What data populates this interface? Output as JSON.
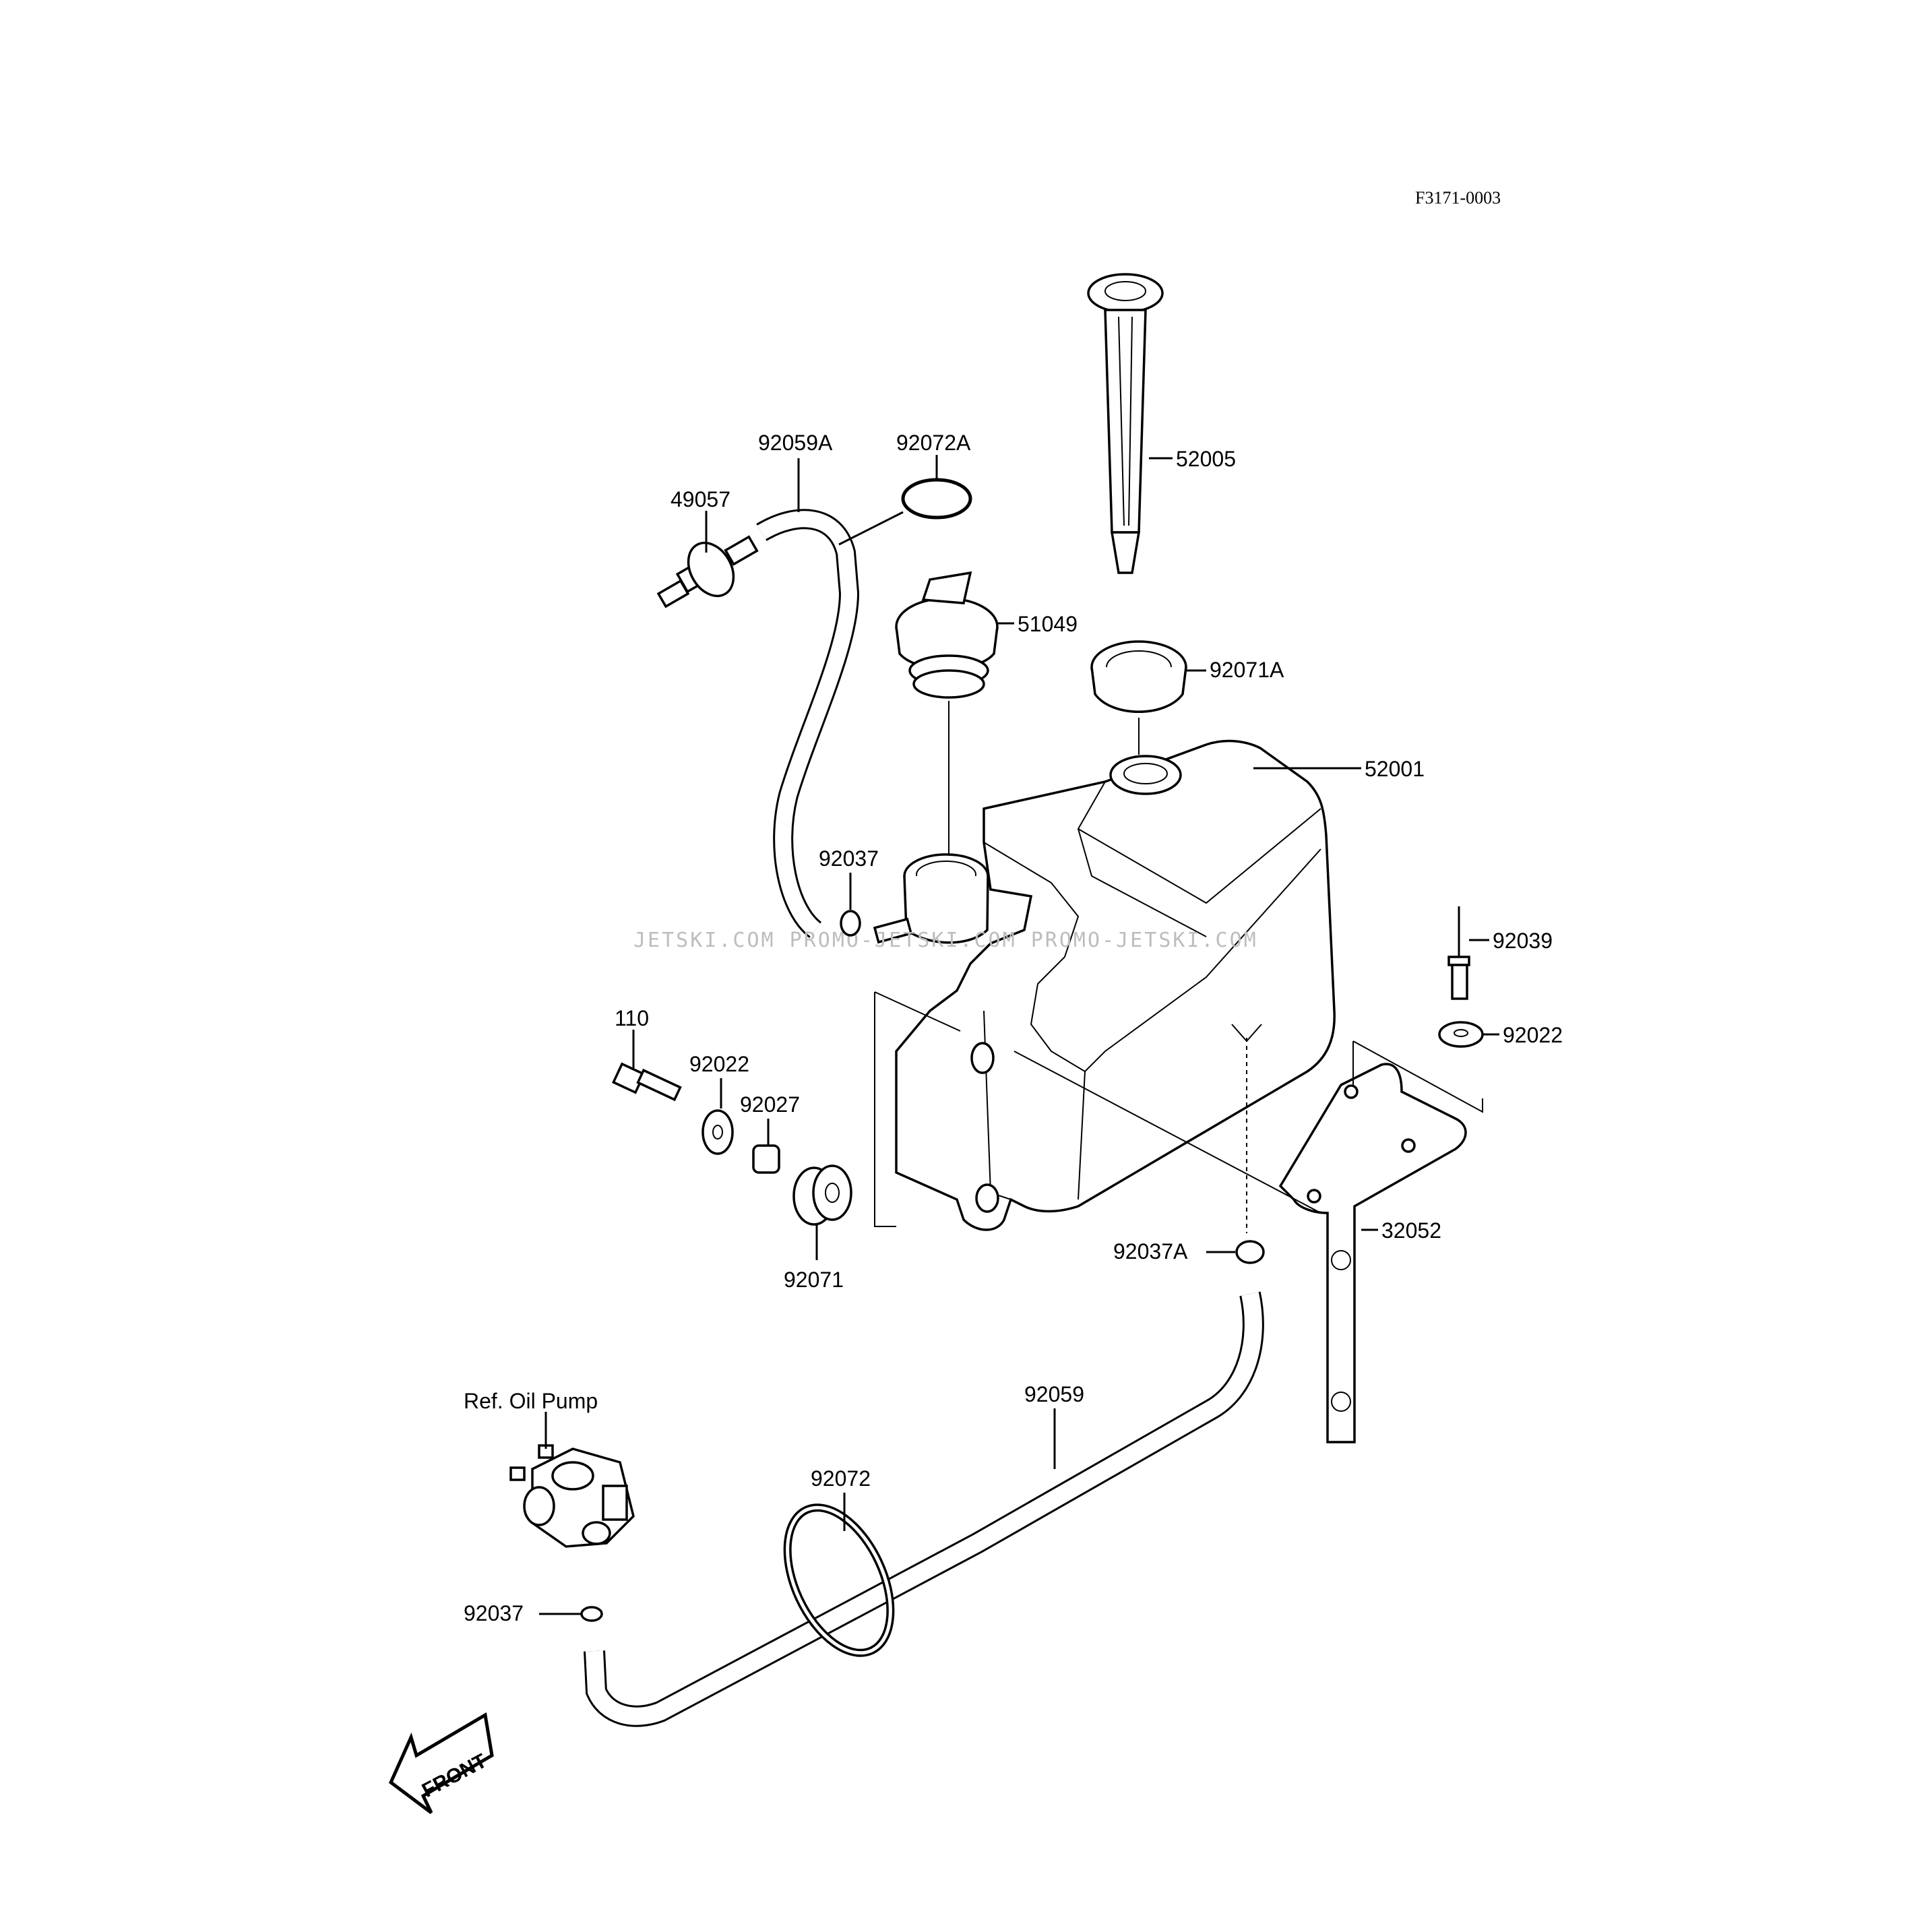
{
  "drawing_code": "F3171-0003",
  "watermark": "JETSKI.COM PROMO-JETSKI.COM PROMO-JETSKI.COM",
  "front_label": "FRONT",
  "ref_label": "Ref. Oil Pump",
  "parts": {
    "p92059A": "92059A",
    "p92072A": "92072A",
    "p49057": "49057",
    "p52005": "52005",
    "p51049": "51049",
    "p92071A": "92071A",
    "p52001": "52001",
    "p92037_top": "92037",
    "p92039": "92039",
    "p110": "110",
    "p92022_left": "92022",
    "p92022_right": "92022",
    "p92027": "92027",
    "p92071": "92071",
    "p92037A": "92037A",
    "p32052": "32052",
    "p92059": "92059",
    "p92072": "92072",
    "p92037_bottom": "92037"
  }
}
